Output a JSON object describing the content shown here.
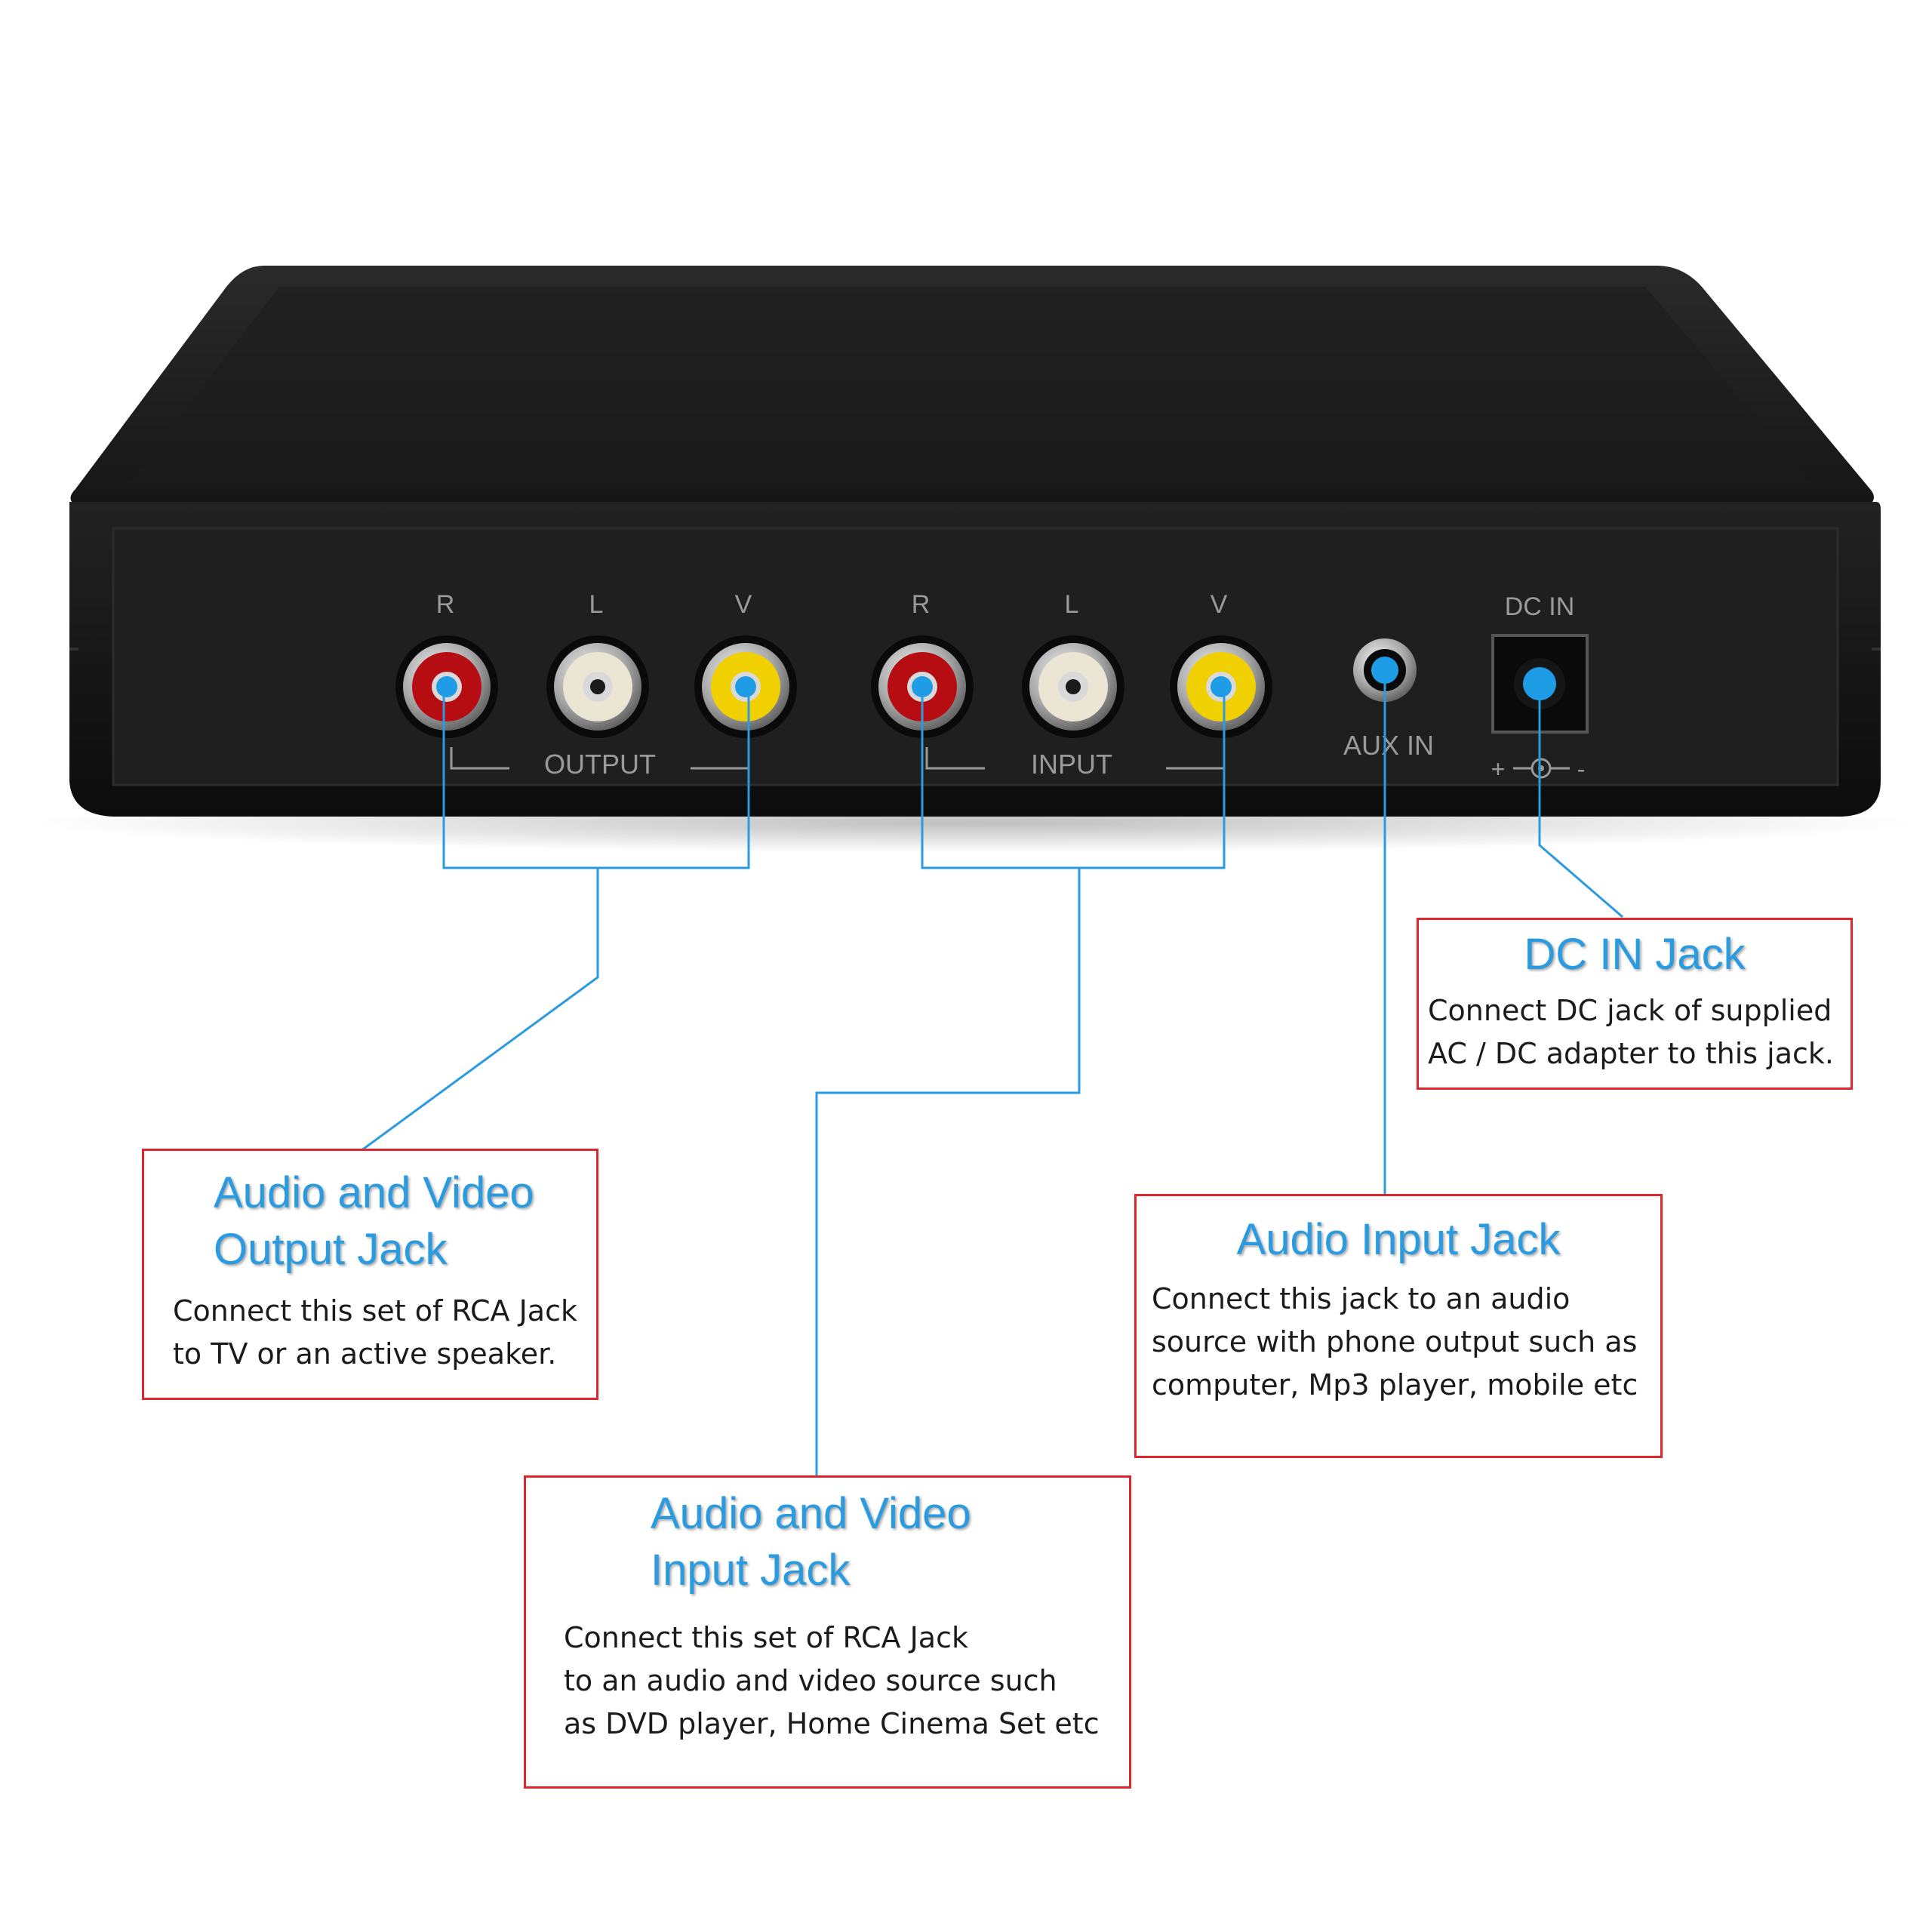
{
  "device": {
    "output_group": {
      "jack_labels": [
        "R",
        "L",
        "V"
      ],
      "group_label": "OUTPUT"
    },
    "input_group": {
      "jack_labels": [
        "R",
        "L",
        "V"
      ],
      "group_label": "INPUT"
    },
    "aux_label": "AUX IN",
    "dc_label": "DC IN",
    "polarity_plus": "+",
    "polarity_minus": "-",
    "colors": {
      "body": "#121212",
      "panel": "#1f1f1f",
      "jack_red": "#b50d12",
      "jack_white": "#ebe5d4",
      "jack_yellow": "#f0d000",
      "leader": "#2a9be0",
      "dot": "#1e9de6"
    }
  },
  "callouts": {
    "av_output": {
      "title": "Audio and Video\n Output Jack",
      "body": "Connect this set of RCA Jack\nto TV or an active speaker."
    },
    "av_input": {
      "title": "Audio and Video\n Input Jack",
      "body": "    Connect this set of RCA Jack\nto an audio and video source such\n as DVD player,  Home Cinema Set etc"
    },
    "audio_input": {
      "title": "Audio Input Jack",
      "body": "Connect this jack to an audio\nsource with phone output such as\n computer, Mp3 player, mobile etc"
    },
    "dc_in": {
      "title": "DC IN Jack",
      "body": "Connect DC jack of supplied\nAC / DC adapter to this jack."
    }
  },
  "colors": {
    "callout_border": "#e0262c",
    "callout_title": "#2a9be0",
    "callout_text": "#1b1b1b"
  }
}
